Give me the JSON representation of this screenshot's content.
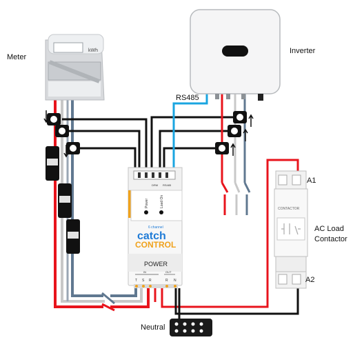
{
  "labels": {
    "meter": "Meter",
    "inverter": "Inverter",
    "rs485": "RS485",
    "ac_load_contactor_line1": "AC Load",
    "ac_load_contactor_line2": "Contactor",
    "a1": "A1",
    "a2": "A2",
    "neutral": "Neutral"
  },
  "meter_device": {
    "unit": "kWh"
  },
  "controller": {
    "brand_small": "6 channel",
    "brand_catch": "catch",
    "brand_control": "CONTROL",
    "power_label": "POWER",
    "led_power": "Power",
    "led_load_on": "Load On",
    "in_label": "IN",
    "out_label": "OUT",
    "terminals": [
      "T",
      "S",
      "R",
      "R",
      "N"
    ],
    "top_terminals": [
      "DRM",
      "RS485"
    ]
  },
  "contactor": {
    "title": "CONTACTOR"
  },
  "colors": {
    "live": "#e8141c",
    "neutral_wire": "#607890",
    "ct_wire": "#111111",
    "rs485_wire": "#1aa5e0",
    "grey_wire": "#c8c8c8",
    "brand_blue": "#1f7bd6",
    "brand_orange": "#f0a21c"
  }
}
